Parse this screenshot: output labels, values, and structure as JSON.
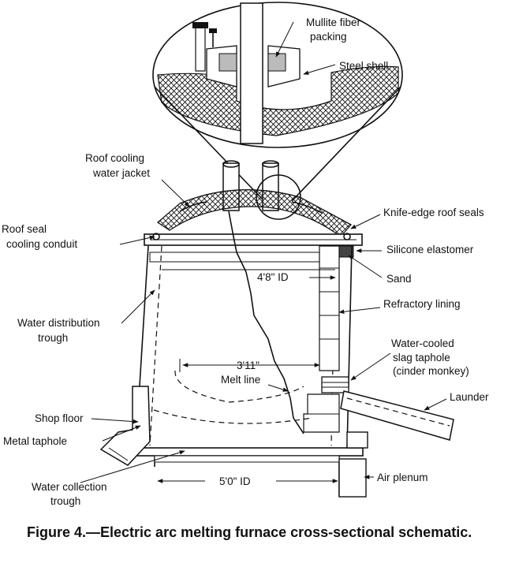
{
  "labels": {
    "mullite": [
      "Mullite fiber",
      "packing"
    ],
    "steel_shell": "Steel shell",
    "roof_jacket": [
      "Roof cooling",
      "water jacket"
    ],
    "knife_edge": "Knife-edge roof seals",
    "roof_seal": [
      "Roof seal",
      "cooling conduit"
    ],
    "silicone": "Silicone elastomer",
    "sand": "Sand",
    "id_top": "4'8\" ID",
    "refractory": "Refractory lining",
    "water_dist": [
      "Water distribution",
      "trough"
    ],
    "slag": [
      "Water-cooled",
      "slag taphole",
      "(cinder monkey)"
    ],
    "dim_mid": "3'11\"",
    "melt_line": "Melt line",
    "launder": "Launder",
    "shop_floor": "Shop floor",
    "metal_taphole": "Metal taphole",
    "water_coll": [
      "Water collection",
      "trough"
    ],
    "dim_bottom": "5'0\" ID",
    "air_plenum": "Air plenum"
  },
  "caption": "Figure 4.—Electric arc melting furnace cross-sectional schematic."
}
